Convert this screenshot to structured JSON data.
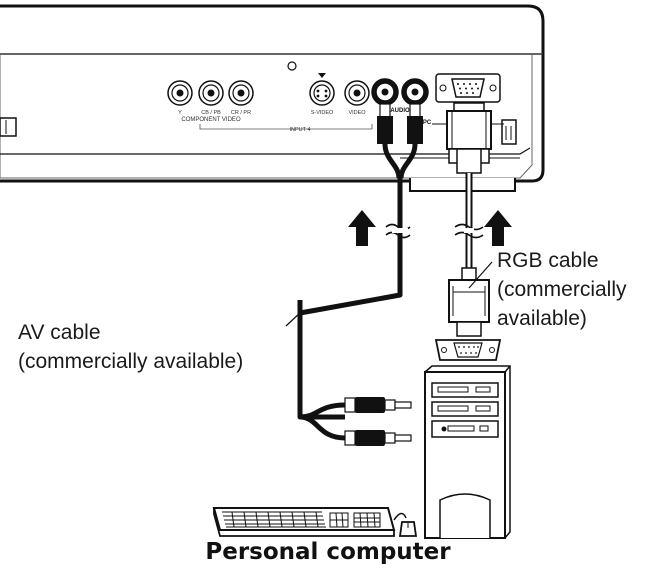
{
  "panel": {
    "component": {
      "label": "COMPONENT VIDEO",
      "y": "Y",
      "cb": "CB / PB",
      "cr": "CR / PR"
    },
    "svideo": "S-VIDEO",
    "video": "VIDEO",
    "audio": "AUDIO",
    "pc": "PC",
    "input_group": "INPUT 4"
  },
  "labels": {
    "rgb_line1": "RGB cable",
    "rgb_line2": "(commercially",
    "rgb_line3": "available)",
    "av_line1": "AV cable",
    "av_line2": "(commercially available)"
  },
  "caption": "Personal computer"
}
